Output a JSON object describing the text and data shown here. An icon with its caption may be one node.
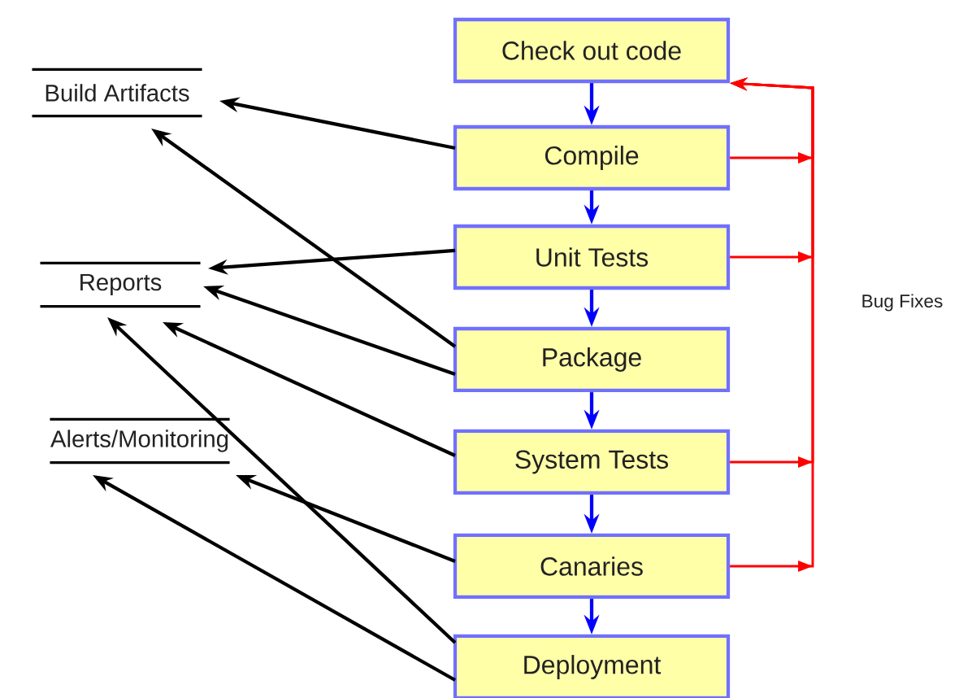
{
  "diagram": {
    "nodes": [
      {
        "text": [
          "Check out code"
        ]
      },
      {
        "text": [
          "Compile"
        ]
      },
      {
        "text": [
          "Unit Tests"
        ]
      },
      {
        "text": [
          "Package"
        ]
      },
      {
        "text": [
          "System Tests"
        ]
      },
      {
        "text": [
          "Canaries"
        ]
      },
      {
        "text": [
          "Deployment"
        ]
      },
      {
        "text": [
          "Build Artifacts"
        ]
      },
      {
        "text": [
          "Reports"
        ]
      },
      {
        "text": [
          "Alerts/Monitoring"
        ]
      }
    ],
    "edges": [
      {
        "from": 0,
        "to": 1,
        "arrow": "to",
        "color": "#0000ff"
      },
      {
        "from": 1,
        "to": 2,
        "arrow": "to",
        "color": "#0000ff"
      },
      {
        "from": 2,
        "to": 3,
        "arrow": "to",
        "color": "#0000ff"
      },
      {
        "from": 3,
        "to": 4,
        "arrow": "to",
        "color": "#0000ff"
      },
      {
        "from": 4,
        "to": 5,
        "arrow": "to",
        "color": "#0000ff"
      },
      {
        "from": 5,
        "to": 6,
        "arrow": "to",
        "color": "#0000ff"
      },
      {
        "from": 1,
        "to": 0,
        "arrow": "to",
        "color": "#ff0000"
      },
      {
        "from": 2,
        "to": 0,
        "arrow": "to",
        "color": "#ff0000"
      },
      {
        "from": 4,
        "to": 0,
        "arrow": "to",
        "color": "#ff0000"
      },
      {
        "from": 5,
        "to": 0,
        "arrow": "to",
        "color": "#ff0000"
      },
      {
        "from": 1,
        "to": 7,
        "arrow": "to"
      },
      {
        "from": 3,
        "to": 7,
        "arrow": "to"
      },
      {
        "from": 2,
        "to": 8,
        "arrow": "to"
      },
      {
        "from": 3,
        "to": 8,
        "arrow": "to"
      },
      {
        "from": 4,
        "to": 8,
        "arrow": "to"
      },
      {
        "from": 6,
        "to": 8,
        "arrow": "to"
      },
      {
        "from": 5,
        "to": 9,
        "arrow": "to"
      },
      {
        "from": 6,
        "to": 9,
        "arrow": "to"
      }
    ],
    "labels": [
      "Bug Fixes"
    ]
  }
}
